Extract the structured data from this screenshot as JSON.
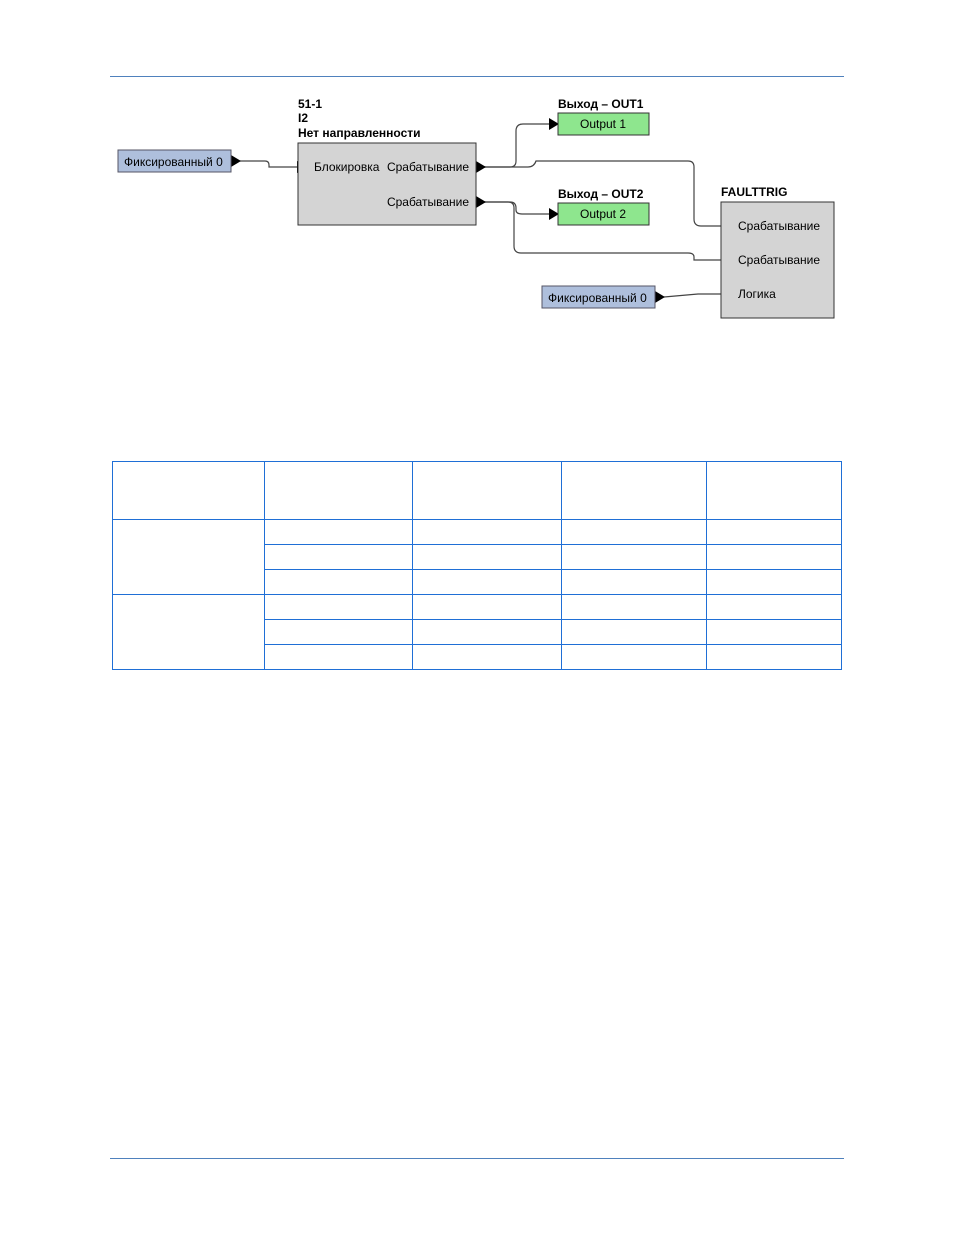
{
  "diagram": {
    "block_51": {
      "title_lines": [
        "51-1",
        "I2",
        "Нет направленности"
      ],
      "input": "Блокировка",
      "outputs": [
        "Срабатывание",
        "Срабатывание"
      ]
    },
    "fixed_left": "Фиксированный 0",
    "fixed_right": "Фиксированный 0",
    "out1": {
      "title": "Выход – OUT1",
      "label": "Output 1"
    },
    "out2": {
      "title": "Выход – OUT2",
      "label": "Output 2"
    },
    "faulttrig": {
      "title": "FAULTTRIG",
      "inputs": [
        "Срабатывание",
        "Срабатывание",
        "Логика"
      ]
    },
    "colors": {
      "fixed_fill": "#aebfdc",
      "output_fill": "#8ee68e",
      "block_fill": "#d4d4d4",
      "rule": "#4f81bd",
      "table_border": "#1f6fd6"
    }
  },
  "table": {
    "columns": 5,
    "header_rows": 1,
    "groups": [
      {
        "rows": 3
      },
      {
        "rows": 3
      }
    ]
  }
}
